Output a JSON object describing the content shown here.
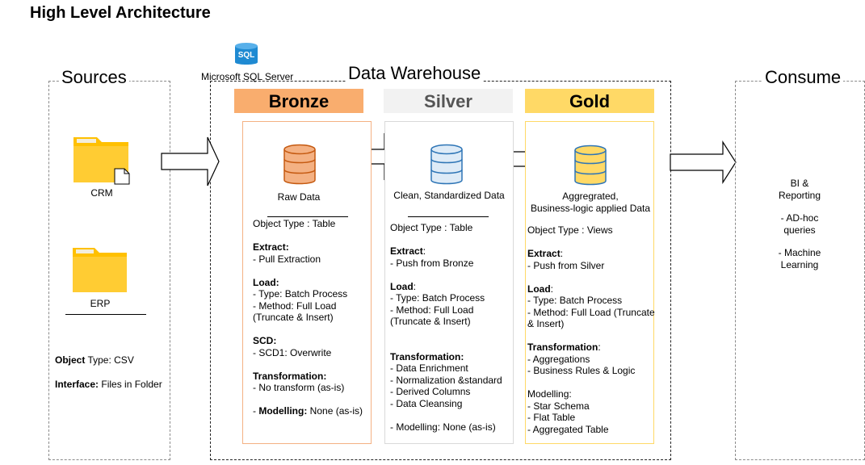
{
  "page_title": "High Level Architecture",
  "sources": {
    "label": "Sources",
    "crm_label": "CRM",
    "erp_label": "ERP",
    "object_type_key": "Object",
    "object_type_rest": " Type: CSV",
    "interface_key": "Interface:",
    "interface_rest": " Files in Folder"
  },
  "warehouse": {
    "label": "Data Warehouse",
    "sql_icon_text": "SQL",
    "sql_server_label": "Microsoft SQL Server"
  },
  "consume": {
    "label": "Consume",
    "items": [
      "BI &",
      "Reporting",
      "- AD-hoc",
      "queries",
      "- Machine",
      "Learning"
    ]
  },
  "colors": {
    "bronze_header": "#f9ad6e",
    "silver_header": "#f2f2f2",
    "gold_header": "#ffd966",
    "bronze_border": "#f4b183",
    "silver_border": "#d9d9d9",
    "gold_border": "#ffd966",
    "folder": "#ffc000",
    "db_bronze": "#f4b183",
    "db_silver": "#deebf7",
    "db_gold": "#ffd966",
    "db_stroke_bronze": "#c55a11",
    "db_stroke_blue": "#2e75b6",
    "sql_icon": "#1f8ad2"
  },
  "bronze": {
    "title": "Bronze",
    "desc": "Raw Data",
    "object_type": "Object Type : Table",
    "extract_h": "Extract:",
    "extract_1": "- Pull Extraction",
    "load_h": "Load:",
    "load_1": "- Type: Batch Process",
    "load_2": "- Method: Full Load",
    "load_3": "(Truncate & Insert)",
    "scd_h": "SCD:",
    "scd_1": "- SCD1: Overwrite",
    "transform_h": "Transformation:",
    "transform_1": "- No transform (as-is)",
    "model_prefix": "- ",
    "model_key": "Modelling:",
    "model_rest": " None (as-is)"
  },
  "silver": {
    "title": "Silver",
    "desc": "Clean, Standardized Data",
    "object_type": "Object Type : Table",
    "extract_h": "Extract",
    "extract_colon": ":",
    "extract_1": "- Push from Bronze",
    "load_h": "Load",
    "load_colon": ":",
    "load_1": "- Type: Batch Process",
    "load_2": "- Method: Full Load",
    "load_3": "(Truncate & Insert)",
    "transform_h": "Transformation:",
    "transform_1": "- Data Enrichment",
    "transform_2": "- Normalization &standard",
    "transform_3": "- Derived Columns",
    "transform_4": "- Data Cleansing",
    "model": "- Modelling: None (as-is)"
  },
  "gold": {
    "title": "Gold",
    "desc_1": "Aggregrated,",
    "desc_2": "Business-logic applied Data",
    "object_type": "Object Type : Views",
    "extract_h": "Extract",
    "extract_colon": ":",
    "extract_1": "- Push from Silver",
    "load_h": "Load",
    "load_colon": ":",
    "load_1": "- Type: Batch Process",
    "load_2": "- Method: Full Load (Truncate",
    "load_3": "& Insert)",
    "transform_h": "Transformation",
    "transform_colon": ":",
    "transform_1": "- Aggregations",
    "transform_2": "- Business Rules & Logic",
    "model_h": "Modelling:",
    "model_1": "- Star Schema",
    "model_2": "- Flat Table",
    "model_3": "- Aggregated Table"
  }
}
